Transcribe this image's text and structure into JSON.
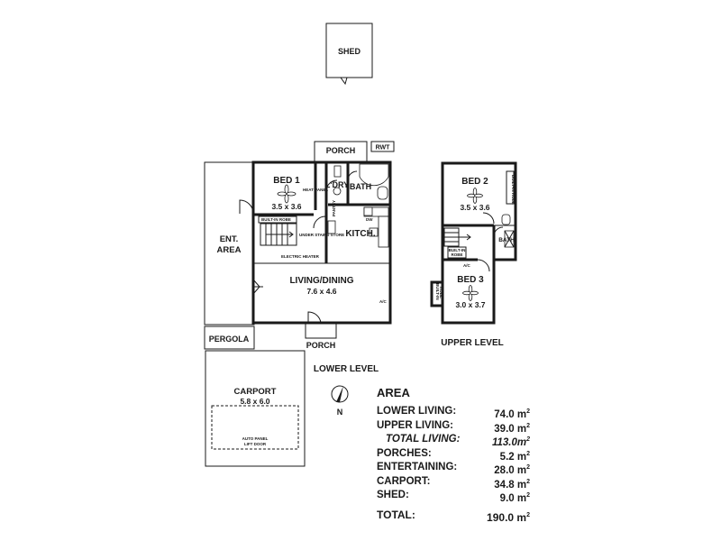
{
  "plan": {
    "shed": "SHED",
    "porch_top": "PORCH",
    "rwt": "RWT",
    "bed1": {
      "name": "BED 1",
      "dims": "3.5 x 3.6"
    },
    "heat_panel": "HEAT PANEL",
    "ldry": "L'DRY",
    "bath_lower": "BATH",
    "kitch": "KITCH.",
    "built_in_robe_lower": "BUILT-IN ROBE",
    "under_stairs_store": "UNDER STAIRS STORE",
    "electric_heater": "ELECTRIC HEATER",
    "ent_area": [
      "ENT.",
      "AREA"
    ],
    "living": {
      "name": "LIVING/DINING",
      "dims": "7.6 x 4.6"
    },
    "ac_lower": "A/C",
    "porch_bottom": "PORCH",
    "pergola": "PERGOLA",
    "lower_level": "LOWER LEVEL",
    "carport": {
      "name": "CARPORT",
      "dims": "5.8 x 6.0"
    },
    "auto_panel_door": [
      "AUTO PANEL",
      "LIFT DOOR"
    ],
    "north": "N",
    "bed2": {
      "name": "BED 2",
      "dims": "3.5 x 3.6"
    },
    "built_in_robe_bed2": "BUILT-IN ROBE",
    "bath_upper": "BATH",
    "built_in_robe_upper": [
      "BUILT-IN",
      "ROBE"
    ],
    "ac_upper": "A/C",
    "built_in_robe_bed3": [
      "BUILT-IN",
      "ROBE"
    ],
    "bed3": {
      "name": "BED 3",
      "dims": "3.0 x 3.7"
    },
    "upper_level": "UPPER LEVEL",
    "dw": "DW",
    "pantry": "PANTRY"
  },
  "area_table": {
    "title": "AREA",
    "unit_sup": "2",
    "rows": [
      {
        "label": "LOWER LIVING:",
        "value": "74.0 m",
        "italic": false
      },
      {
        "label": "UPPER LIVING:",
        "value": "39.0 m",
        "italic": false
      },
      {
        "label": "TOTAL LIVING:",
        "value": "113.0m",
        "italic": true
      },
      {
        "label": "PORCHES:",
        "value": "5.2 m",
        "italic": false
      },
      {
        "label": "ENTERTAINING:",
        "value": "28.0 m",
        "italic": false
      },
      {
        "label": "CARPORT:",
        "value": "34.8 m",
        "italic": false
      },
      {
        "label": "SHED:",
        "value": "9.0 m",
        "italic": false
      }
    ],
    "total": {
      "label": "TOTAL:",
      "value": "190.0 m"
    }
  }
}
